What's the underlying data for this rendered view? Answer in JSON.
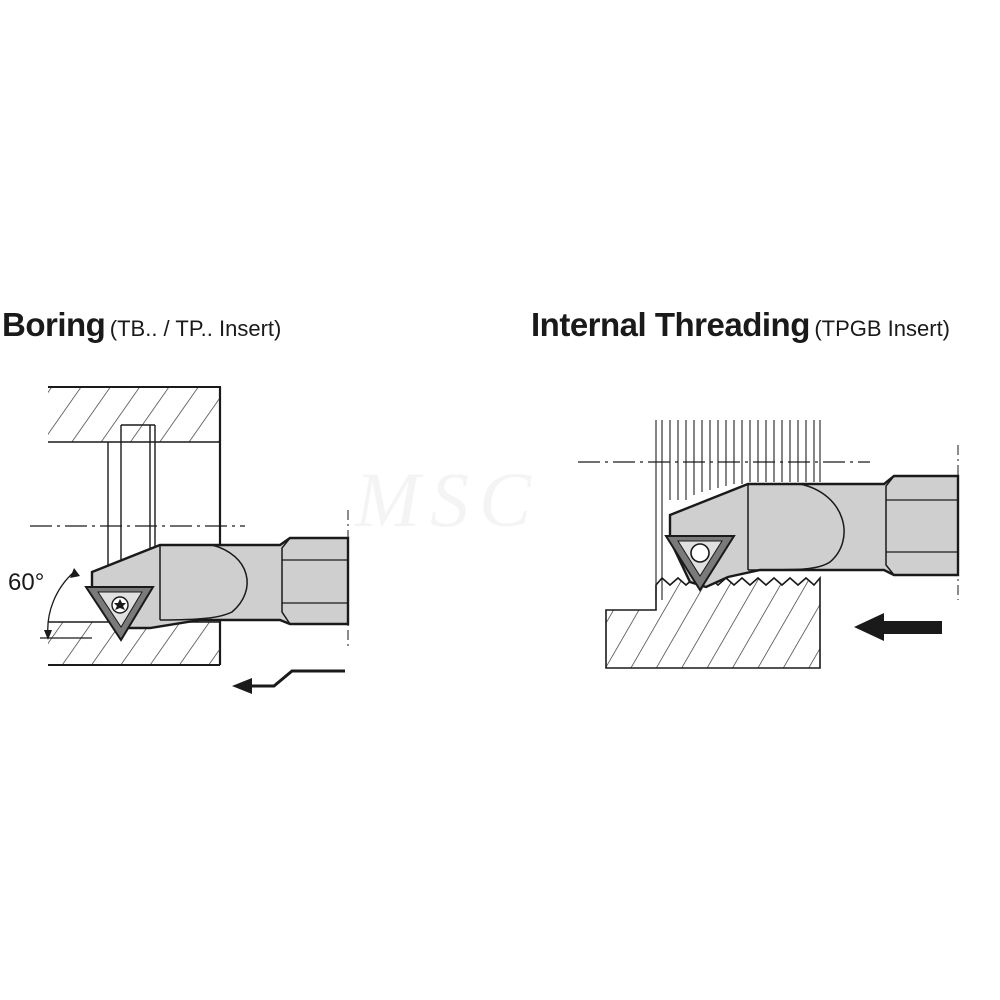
{
  "watermark": "MSC",
  "panels": {
    "boring": {
      "title": "Boring",
      "subtitle": "(TB.. / TP.. Insert)",
      "angle_label": "60°"
    },
    "threading": {
      "title": "Internal Threading",
      "subtitle": "(TPGB Insert)"
    }
  },
  "colors": {
    "tool_body": "#cfcfcf",
    "insert": "#7a7a7a",
    "line": "#1a1a1a",
    "hatch": "#333333"
  }
}
